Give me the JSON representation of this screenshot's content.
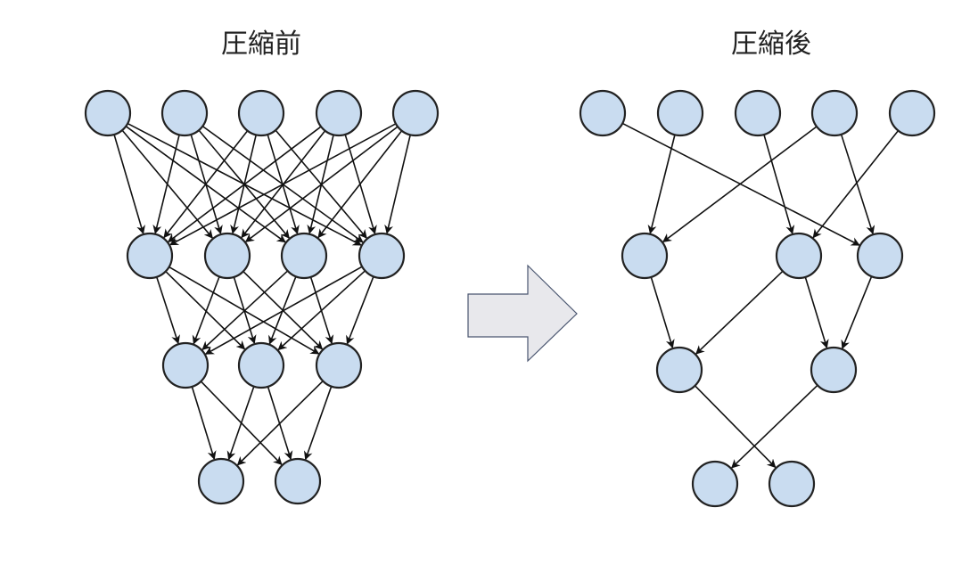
{
  "titles": {
    "before": "圧縮前",
    "after": "圧縮後"
  },
  "colors": {
    "node_fill": "#c9dcf0",
    "node_stroke": "#222222",
    "edge": "#111111",
    "arrow_fill": "#e8e8ec",
    "arrow_stroke": "#4a5670"
  },
  "networks": {
    "before": {
      "layers": [
        5,
        4,
        3,
        2
      ],
      "edges": "fully-connected"
    },
    "after": {
      "layers": [
        5,
        3,
        2,
        2
      ],
      "edges": [
        [
          [
            0,
            2
          ],
          [
            1,
            0
          ],
          [
            2,
            1
          ],
          [
            3,
            0
          ],
          [
            3,
            2
          ],
          [
            4,
            1
          ]
        ],
        [
          [
            0,
            0
          ],
          [
            1,
            0
          ],
          [
            1,
            1
          ],
          [
            2,
            1
          ]
        ],
        [
          [
            0,
            1
          ],
          [
            1,
            0
          ]
        ]
      ]
    }
  }
}
